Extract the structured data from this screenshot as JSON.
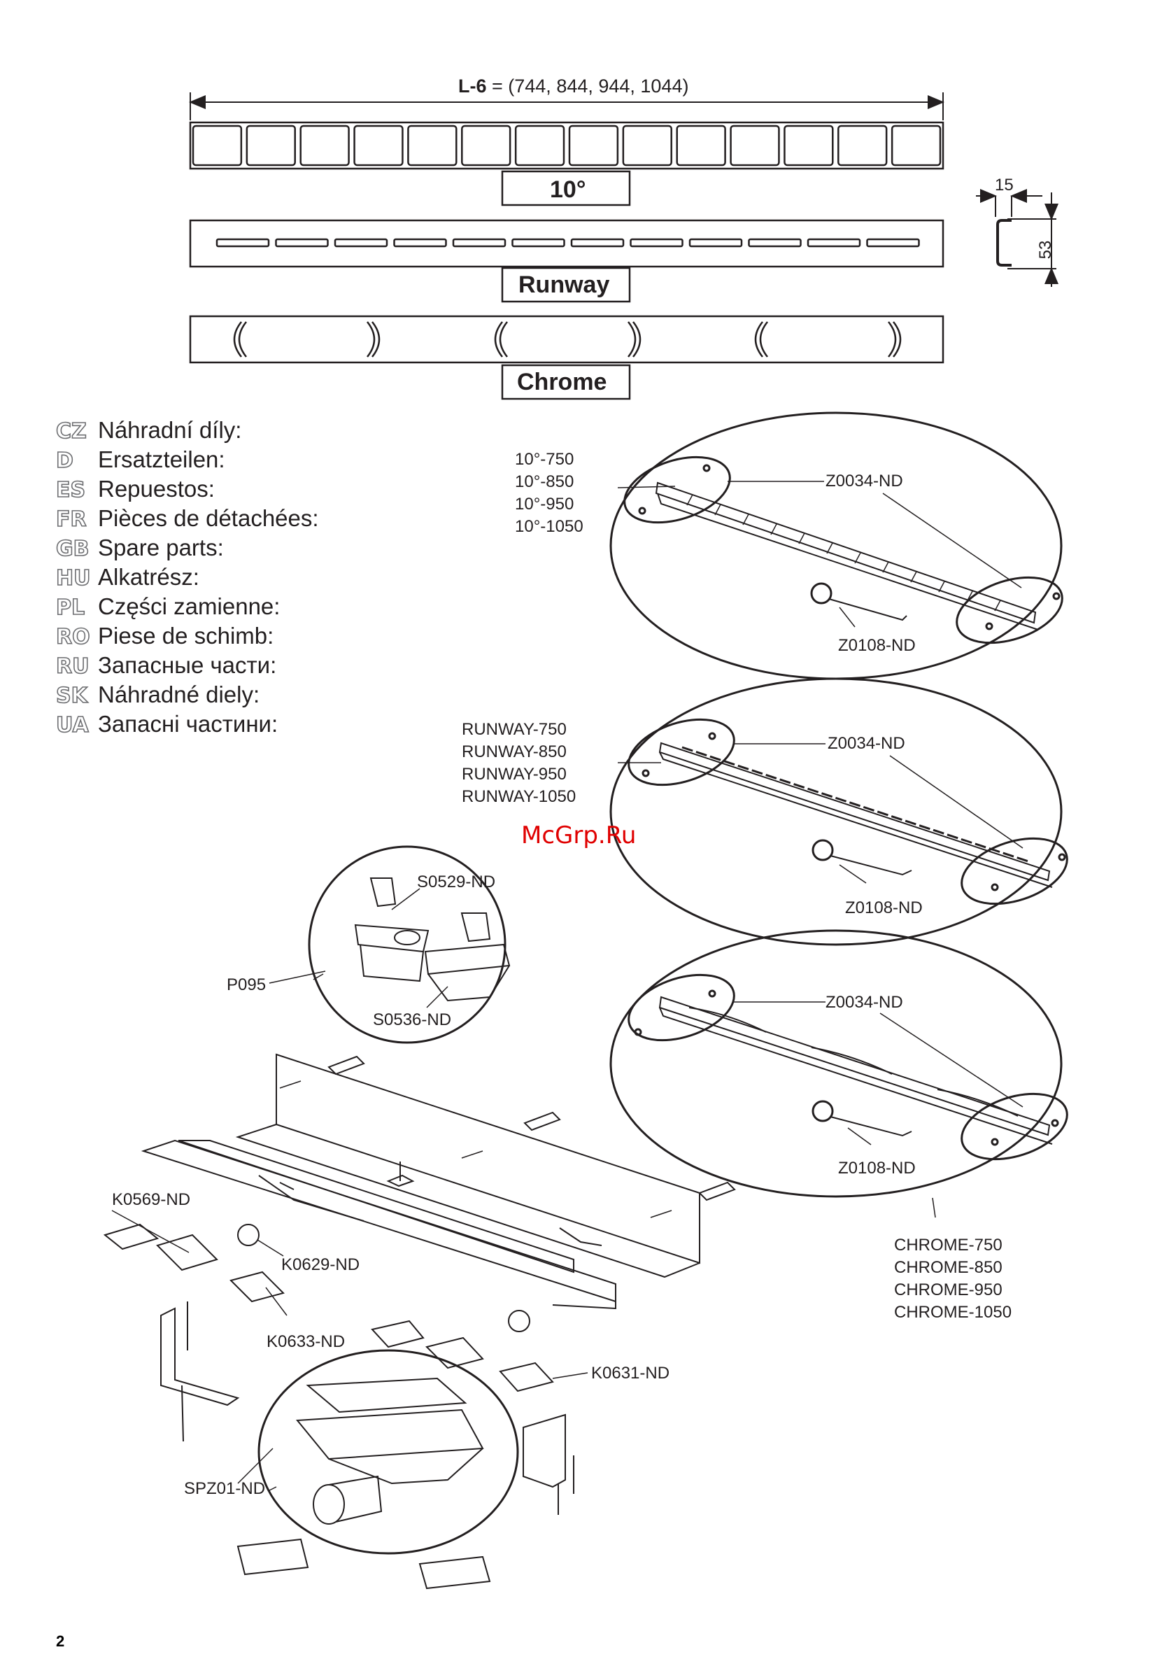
{
  "dimension_label": {
    "prefix": "L-6",
    "values": " = (744, 844, 944, 1044)"
  },
  "profile_dims": {
    "width": "15",
    "height": "53"
  },
  "grate_variants": [
    {
      "label": "10°"
    },
    {
      "label": "Runway"
    },
    {
      "label": "Chrome"
    }
  ],
  "spare_parts_list": [
    {
      "code": "CZ",
      "text": "Náhradní díly:"
    },
    {
      "code": "D",
      "text": "Ersatzteilen:"
    },
    {
      "code": "ES",
      "text": "Repuestos:"
    },
    {
      "code": "FR",
      "text": "Pièces de détachées:"
    },
    {
      "code": "GB",
      "text": "Spare parts:"
    },
    {
      "code": "HU",
      "text": "Alkatrész:"
    },
    {
      "code": "PL",
      "text": "Części zamienne:"
    },
    {
      "code": "RO",
      "text": "Piese de schimb:"
    },
    {
      "code": "RU",
      "text": "Запасные части:"
    },
    {
      "code": "SK",
      "text": "Náhradné diely:"
    },
    {
      "code": "UA",
      "text": "Запасні частини:"
    }
  ],
  "detail_10": {
    "models": [
      "10°-750",
      "10°-850",
      "10°-950",
      "10°-1050"
    ],
    "part_top": "Z0034-ND",
    "part_bottom": "Z0108-ND"
  },
  "detail_runway": {
    "models": [
      "RUNWAY-750",
      "RUNWAY-850",
      "RUNWAY-950",
      "RUNWAY-1050"
    ],
    "part_top": "Z0034-ND",
    "part_bottom": "Z0108-ND"
  },
  "detail_chrome": {
    "models": [
      "CHROME-750",
      "CHROME-850",
      "CHROME-950",
      "CHROME-1050"
    ],
    "part_top": "Z0034-ND",
    "part_bottom": "Z0108-ND"
  },
  "siphon_detail": {
    "assembly": "P095",
    "part_a": "S0529-ND",
    "part_b": "S0536-ND"
  },
  "assembly_parts": {
    "k0569": "K0569-ND",
    "k0629": "K0629-ND",
    "k0633": "K0633-ND",
    "k0631": "K0631-ND",
    "spz01": "SPZ01-ND"
  },
  "watermark": "McGrp.Ru",
  "page_number": "2"
}
